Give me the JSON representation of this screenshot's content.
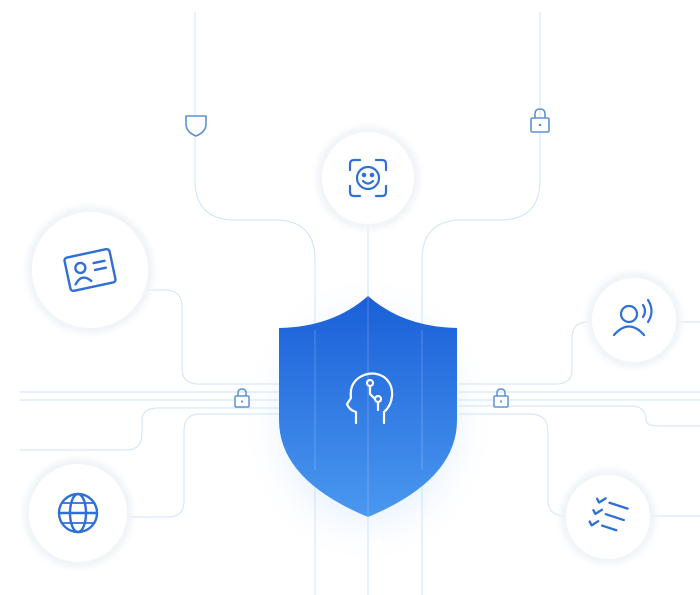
{
  "colors": {
    "background": "#ffffff",
    "line": "#cfe3f7",
    "line_dark": "#b8d4f0",
    "icon": "#2f6fd6",
    "shield_top": "#1a5fd8",
    "shield_bottom": "#4a98ef",
    "glow": "#7fb8ff",
    "circle_fill": "#ffffff",
    "circle_halo": "#f1f4f8"
  },
  "nodes": [
    {
      "name": "face-scan-icon"
    },
    {
      "name": "id-card-icon"
    },
    {
      "name": "voice-recognition-icon"
    },
    {
      "name": "globe-icon"
    },
    {
      "name": "checklist-icon"
    }
  ],
  "center": {
    "name": "ai-head-icon"
  },
  "markers": [
    {
      "name": "small-shield-icon"
    },
    {
      "name": "padlock-icon-top"
    },
    {
      "name": "padlock-icon-left"
    },
    {
      "name": "padlock-icon-right"
    }
  ]
}
